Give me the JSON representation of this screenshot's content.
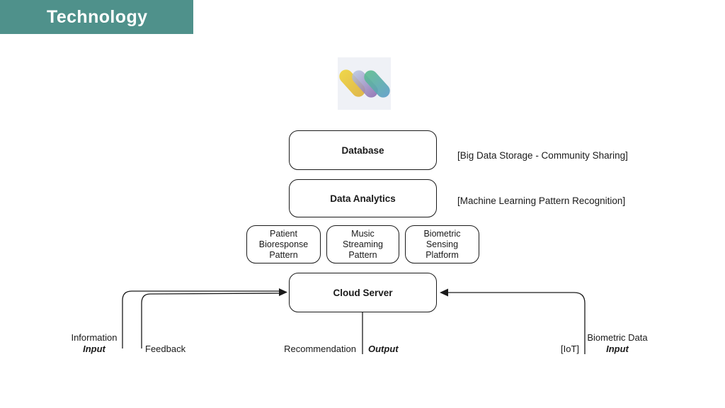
{
  "header": {
    "title": "Technology"
  },
  "colors": {
    "banner": "#4f918b",
    "ink": "#1a1a1a",
    "logo_bg": "#eff1f6",
    "capsule1_from": "#eed54a",
    "capsule1_to": "#e0b84c",
    "capsule2_from": "#b4c2de",
    "capsule2_to": "#8a68ae",
    "capsule3_from": "#5abb8e",
    "capsule3_to": "#5b9dc4"
  },
  "logo": {
    "icon": "three-capsules-logo"
  },
  "diagram": {
    "boxes": {
      "database": "Database",
      "data_analytics": "Data Analytics",
      "patient": "Patient\nBioresponse\nPattern",
      "music": "Music\nStreaming\nPattern",
      "biometric": "Biometric\nSensing\nPlatform",
      "cloud_server": "Cloud Server"
    },
    "annotations": {
      "database": "[Big Data Storage - Community Sharing]",
      "data_analytics": "[Machine Learning Pattern Recognition]"
    },
    "flows": {
      "information_label": "Information",
      "information_type": "Input",
      "feedback_label": "Feedback",
      "recommendation_label": "Recommendation",
      "recommendation_type": "Output",
      "iot_label": "[IoT]",
      "biometric_label": "Biometric Data",
      "biometric_type": "Input"
    }
  }
}
